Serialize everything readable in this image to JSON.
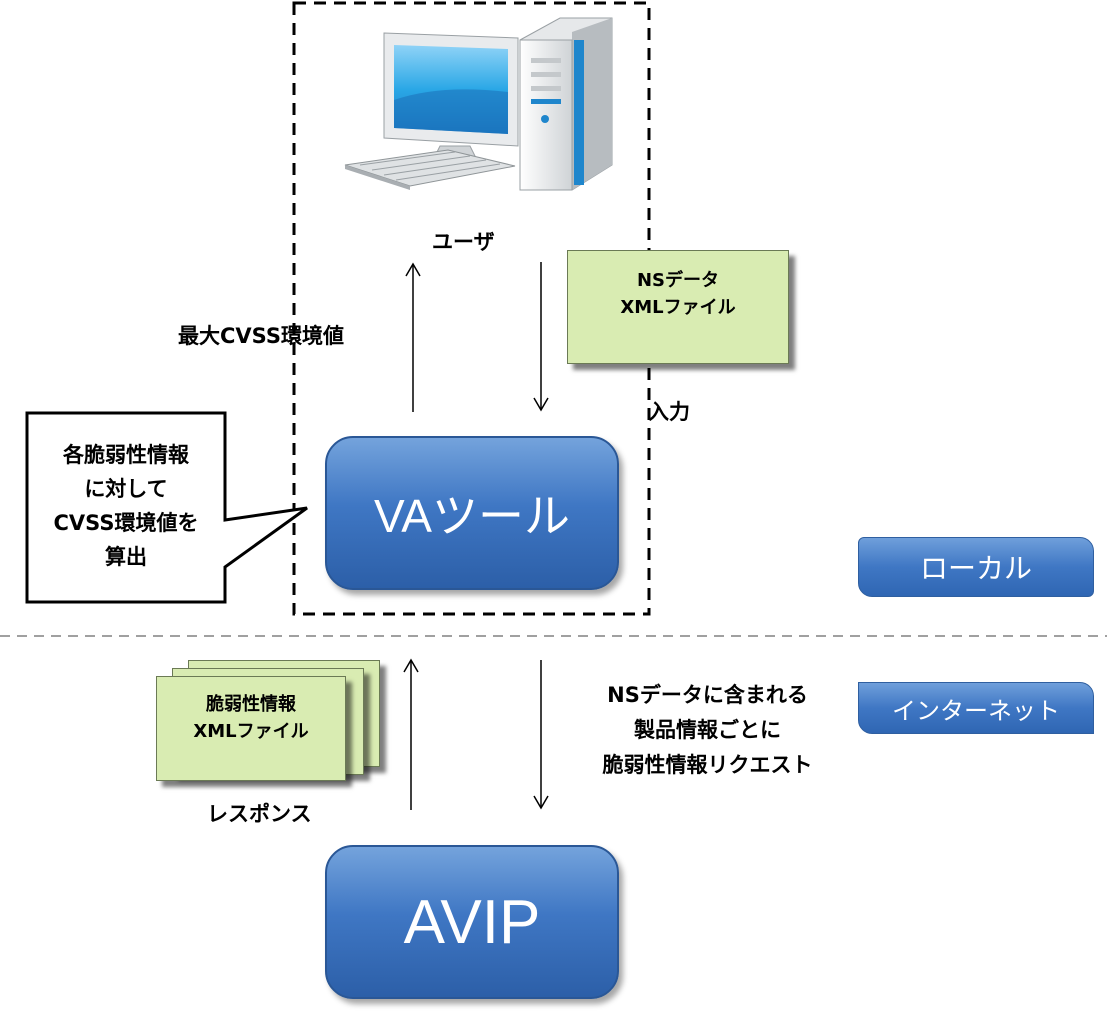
{
  "user_label": "ユーザ",
  "max_cvss_label": "最大CVSS環境値",
  "input_label": "入力",
  "ns_file": {
    "line1": "NSデータ",
    "line2": "XMLファイル"
  },
  "callout": {
    "line1": "各脆弱性情報",
    "line2": "に対して",
    "line3": "CVSS環境値を",
    "line4": "算出"
  },
  "va_tool_label": "VAツール",
  "local_tag": "ローカル",
  "internet_tag": "インターネット",
  "vuln_file": {
    "line1": "脆弱性情報",
    "line2": "XMLファイル"
  },
  "response_label": "レスポンス",
  "request_text": {
    "line1": "NSデータに含まれる",
    "line2": "製品情報ごとに",
    "line3": "脆弱性情報リクエスト"
  },
  "avip_label": "AVIP",
  "colors": {
    "box_blue": "#3f77c4",
    "note_green": "#d9ecb2",
    "divider": "#a0a0a0"
  }
}
